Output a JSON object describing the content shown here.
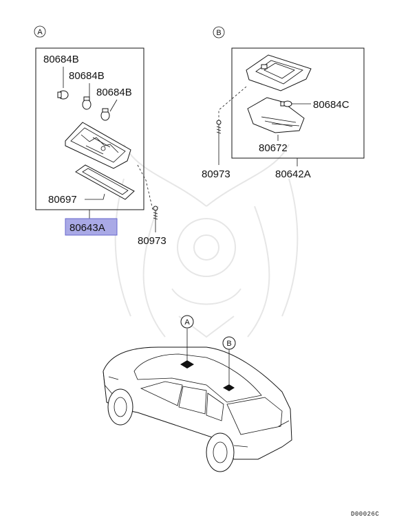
{
  "section_a": {
    "marker": "A",
    "parts": {
      "bulb_1": "80684B",
      "bulb_2": "80684B",
      "bulb_3": "80684B",
      "lens": "80697",
      "assembly": "80643A",
      "screw": "80973"
    }
  },
  "section_b": {
    "marker": "B",
    "parts": {
      "bulb": "80684C",
      "lens": "80672",
      "screw": "80973",
      "assembly": "80642A"
    }
  },
  "vehicle": {
    "marker_a": "A",
    "marker_b": "B"
  },
  "diagram_code": "D00026C",
  "colors": {
    "highlight_fill": "#a9a9e6",
    "highlight_border": "#6666cc",
    "line": "#111111",
    "watermark": "#e6e6e6"
  }
}
